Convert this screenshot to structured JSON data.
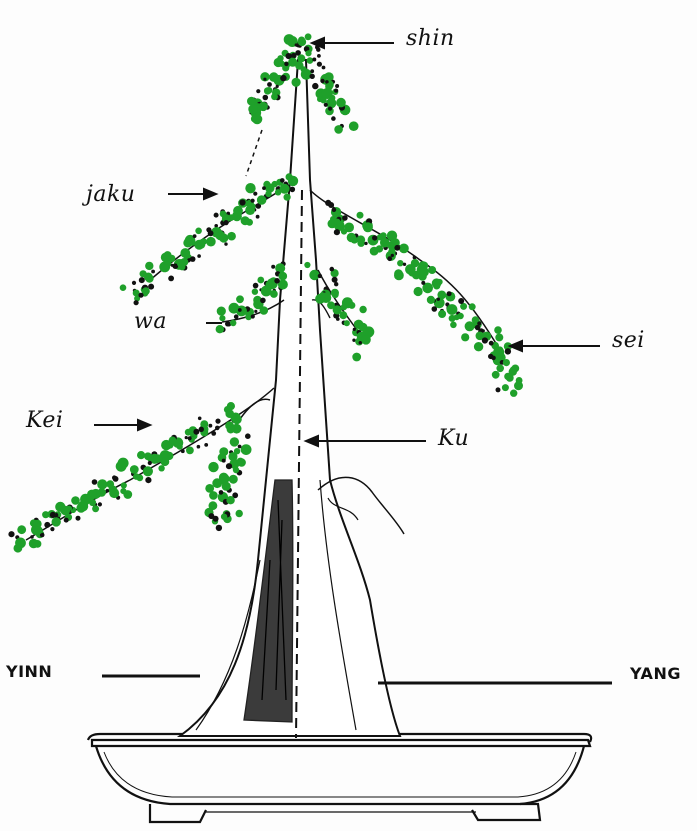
{
  "labels": {
    "shin": "shin",
    "jaku": "jaku",
    "sei": "sei",
    "wa": "wa",
    "kei": "Kei",
    "ku": "Ku",
    "yinn": "YINN",
    "yang": "YANG"
  },
  "colors": {
    "foliage": "#1fa02a",
    "ink": "#111111",
    "trunk_fill": "#ffffff"
  }
}
